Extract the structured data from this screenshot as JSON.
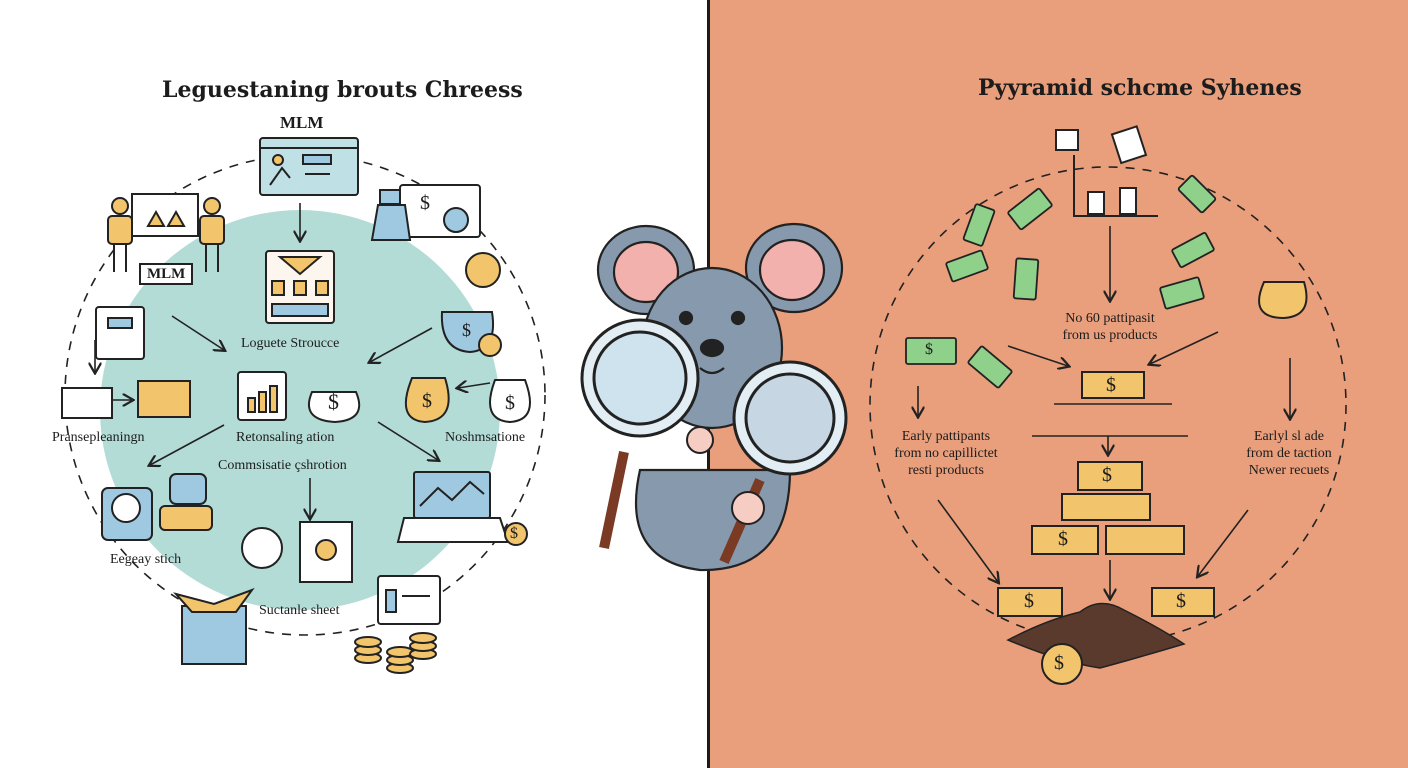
{
  "left": {
    "title": "Leguestaning brouts Chreess",
    "mlm_top": "MLM",
    "mlm_sign": "MLM",
    "structure": "Loguete Stroucce",
    "prawn": "Pransepleaningn",
    "retons": "Retonsaling ation",
    "nosh": "Noshmsatione",
    "commis": "Commsisatie çshrotion",
    "egeay": "Eegeay stich",
    "suctane": "Suctanle sheet"
  },
  "right": {
    "title": "Pyyramid schcme Syhenes",
    "center_lines": [
      "No 60 pattipasit",
      "from us products"
    ],
    "left_lines": [
      "Early pattipants",
      "from no capillictet",
      "resti products"
    ],
    "right_lines": [
      "Earlyl sl ade",
      "from de taction",
      "Newer recuets"
    ]
  },
  "currency": "$",
  "colors": {
    "left_bg": "#ffffff",
    "right_bg": "#e99e7c",
    "teal_circle": "#b3dcd7",
    "gold": "#f2c46b",
    "money_green": "#8fd08a",
    "mouse_fur": "#8799ac",
    "ear_pink": "#f3b1ae",
    "dirt": "#5b3a2e"
  }
}
